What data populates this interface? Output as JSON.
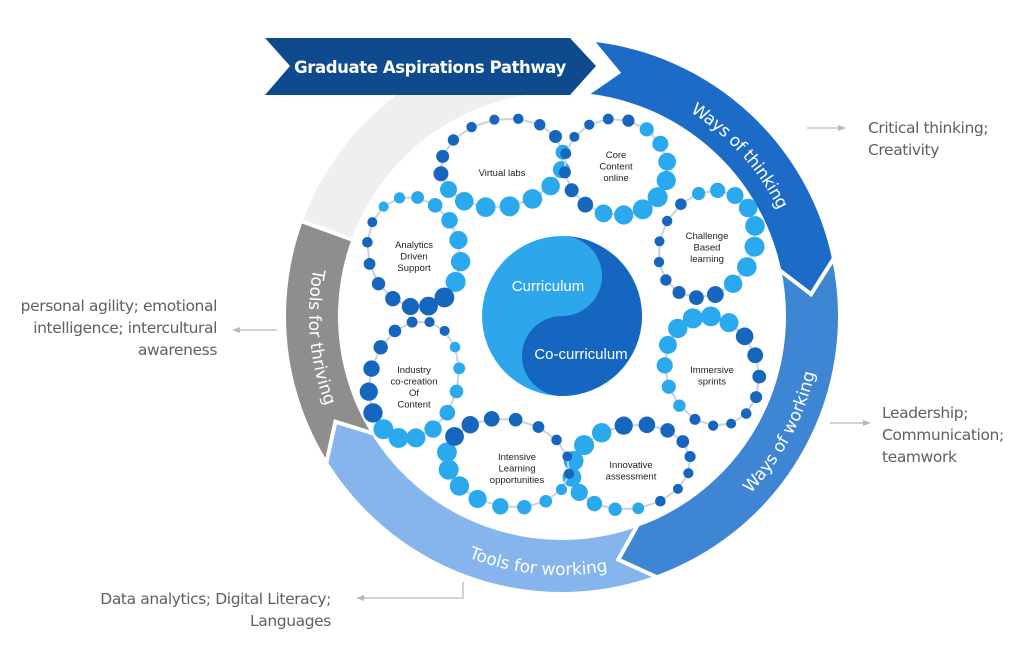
{
  "banner": {
    "title": "Graduate Aspirations Pathway",
    "color": "#0f4a8f"
  },
  "ring_segments": [
    {
      "id": "ways-of-thinking",
      "label": "Ways of thinking",
      "color": "#1c6bc6"
    },
    {
      "id": "ways-of-working",
      "label": "Ways of working",
      "color": "#3e86d4"
    },
    {
      "id": "tools-for-working",
      "label": "Tools for working",
      "color": "#86b4ec"
    },
    {
      "id": "tools-for-thriving",
      "label": "Tools for thriving",
      "color": "#8e8e8e"
    },
    {
      "id": "background-arc",
      "label": "",
      "color": "#efefef"
    }
  ],
  "outcomes": {
    "ways_of_thinking": [
      "Critical thinking;",
      "Creativity"
    ],
    "ways_of_working": [
      "Leadership;",
      "Communication;",
      "teamwork"
    ],
    "tools_for_working": [
      "Data analytics; Digital Literacy;",
      "Languages"
    ],
    "tools_for_thriving": [
      "personal agility; emotional",
      "intelligence; intercultural",
      "awareness"
    ]
  },
  "core": {
    "curriculum": "Curriculum",
    "co_curriculum": "Co-curriculum",
    "light_color": "#2ea6ec",
    "dark_color": "#1466c0"
  },
  "nodes": [
    {
      "id": "virtual-labs",
      "lines": [
        "Virtual labs"
      ]
    },
    {
      "id": "core-content-online",
      "lines": [
        "Core",
        "Content",
        "online"
      ]
    },
    {
      "id": "challenge-based-learning",
      "lines": [
        "Challenge",
        "Based",
        "learning"
      ]
    },
    {
      "id": "immersive-sprints",
      "lines": [
        "Immersive",
        "sprints"
      ]
    },
    {
      "id": "innovative-assessment",
      "lines": [
        "Innovative",
        "assessment"
      ]
    },
    {
      "id": "intensive-learning-opportunities",
      "lines": [
        "Intensive",
        "Learning",
        "opportunities"
      ]
    },
    {
      "id": "industry-co-creation",
      "lines": [
        "Industry",
        "co-creation",
        "Of",
        "Content"
      ]
    },
    {
      "id": "analytics-driven-support",
      "lines": [
        "Analytics",
        "Driven",
        "Support"
      ]
    }
  ],
  "bead_colors": {
    "light": "#2aa9ee",
    "dark": "#1766be",
    "line": "#c9d3dc"
  },
  "arrow_color": "#b9b9b9"
}
